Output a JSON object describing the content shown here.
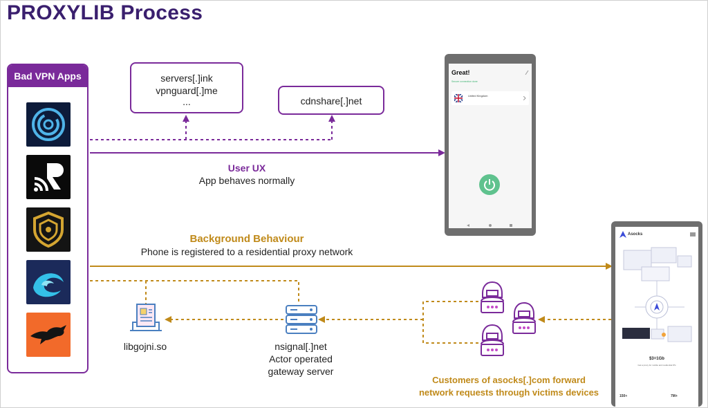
{
  "title": "PROXYLIB Process",
  "apps": {
    "header": "Bad VPN Apps",
    "icons": [
      "swirl-app-icon",
      "r-wifi-app-icon",
      "shield-app-icon",
      "wave-app-icon",
      "fox-app-icon"
    ]
  },
  "domains_box": {
    "line1": "servers[.]ink",
    "line2": "vpnguard[.]me",
    "line3": "..."
  },
  "cdn_box": {
    "label": "cdnshare[.]net"
  },
  "user_ux": {
    "title": "User UX",
    "subtitle": "App behaves normally"
  },
  "background": {
    "title": "Background Behaviour",
    "subtitle": "Phone is registered to a residential proxy network"
  },
  "libgojni": {
    "label": "libgojni.so"
  },
  "gateway": {
    "line1": "nsignal[.]net",
    "line2": "Actor operated",
    "line3": "gateway server"
  },
  "customers": {
    "line1": "Customers of asocks[.]com forward",
    "line2": "network requests through victims devices"
  },
  "vpn_phone": {
    "title": "Great!",
    "status": "Secure connection done",
    "country": "United Kingdom"
  },
  "asocks_phone": {
    "brand": "Asocks",
    "price": "$3=1Gb",
    "subtext": "Get a proxy for mobile and residential IPs",
    "stat1": "150+",
    "stat2": "7M+"
  },
  "colors": {
    "purple": "#7a2a9a",
    "orange": "#c08a1a",
    "title": "#3a1f6e",
    "green": "#5fc28e"
  }
}
